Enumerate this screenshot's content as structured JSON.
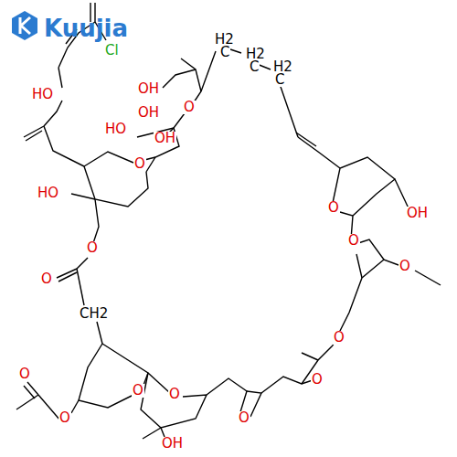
{
  "diagram": {
    "labels": [
      "Kuujia",
      "Cl",
      "HO",
      "OH",
      "H2",
      "C",
      "H2",
      "C",
      "H2",
      "C",
      "O",
      "HO",
      "OH",
      "OH",
      "O",
      "HO",
      "O",
      "O",
      "CH2",
      "O",
      "O",
      "O",
      "O",
      "OH",
      "O",
      "O",
      "O",
      "OH",
      "O",
      "O",
      "O"
    ]
  }
}
